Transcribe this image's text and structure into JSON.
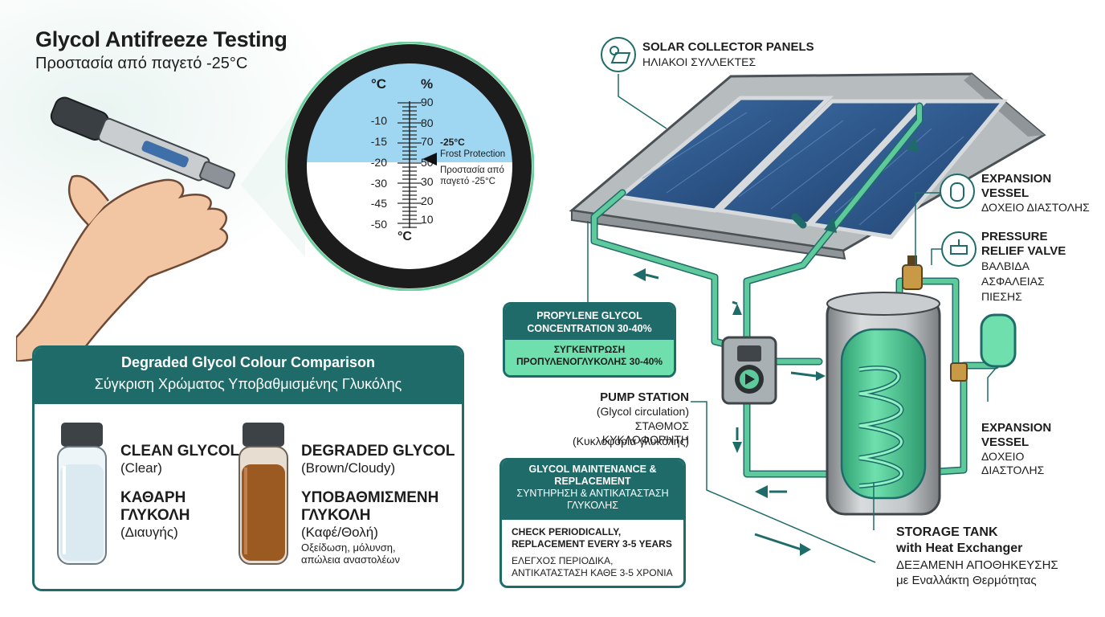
{
  "header": {
    "title": "Glycol Antifreeze Testing",
    "subtitle": "Προστασία από παγετό -25°C"
  },
  "refractometer": {
    "unit_c": "°C",
    "unit_pct": "%",
    "unit_c_bottom": "°C",
    "c_ticks": [
      "-10",
      "-15",
      "-20",
      "-30",
      "-45",
      "-50"
    ],
    "pct_ticks": [
      "90",
      "80",
      "70",
      "50",
      "30",
      "20",
      "10"
    ],
    "reading_value": "-25°C",
    "reading_label": "Frost Protection",
    "reading_greek": "Προστασία από παγετό -25°C"
  },
  "colour_comparison": {
    "title": "Degraded Glycol Colour Comparison",
    "subtitle": "Σύγκριση Χρώματος Υποβαθμισμένης Γλυκόλης",
    "clean": {
      "title": "CLEAN GLYCOL",
      "note": "(Clear)",
      "greek_title": "ΚΑΘΑΡΗ ΓΛΥΚΟΛΗ",
      "greek_note": "(Διαυγής)"
    },
    "degraded": {
      "title": "DEGRADED GLYCOL",
      "note": "(Brown/Cloudy)",
      "greek_title": "ΥΠΟΒΑΘΜΙΣΜΕΝΗ ΓΛΥΚΟΛΗ",
      "greek_note": "(Καφέ/Θολή)",
      "greek_detail": "Οξείδωση, μόλυνση, απώλεια αναστολέων"
    }
  },
  "system": {
    "solar": {
      "title": "SOLAR COLLECTOR PANELS",
      "greek": "ΗΛΙΑΚΟΙ ΣΥΛΛΕΚΤΕΣ"
    },
    "expansion_top": {
      "title": "EXPANSION VESSEL",
      "greek": "ΔΟΧΕΙΟ ΔΙΑΣΤΟΛΗΣ"
    },
    "pressure_valve": {
      "title": "PRESSURE RELIEF VALVE",
      "greek": "ΒΑΛΒΙΔΑ ΑΣΦΑΛΕΙΑΣ ΠΙΕΣΗΣ"
    },
    "expansion_side": {
      "title": "EXPANSION VESSEL",
      "greek": "ΔΟΧΕΙΟ ΔΙΑΣΤΟΛΗΣ"
    },
    "concentration": {
      "title": "PROPYLENE GLYCOL CONCENTRATION 30-40%",
      "greek": "ΣΥΓΚΕΝΤΡΩΣΗ ΠΡΟΠΥΛΕΝΟΓΛΥΚΟΛΗΣ 30-40%"
    },
    "pump": {
      "title": "PUMP STATION",
      "note": "(Glycol circulation)",
      "greek": "ΣΤΑΘΜΟΣ ΚΥΚΛΟΦΟΡΗΤΗ",
      "greek_note": "(Κυκλοφορία γλυκόλης)"
    },
    "maintenance": {
      "title": "GLYCOL MAINTENANCE & REPLACEMENT",
      "greek_title": "ΣΥΝΤΗΡΗΣΗ & ΑΝΤΙΚΑΤΑΣΤΑΣΗ ΓΛΥΚΟΛΗΣ",
      "body": "CHECK PERIODICALLY, REPLACEMENT EVERY 3-5 YEARS",
      "greek_body": "ΕΛΕΓΧΟΣ ΠΕΡΙΟΔΙΚΑ, ΑΝΤΙΚΑΤΑΣΤΑΣΗ ΚΑΘΕ 3-5 ΧΡΟΝΙΑ"
    },
    "tank": {
      "title": "STORAGE TANK",
      "title2": "with Heat Exchanger",
      "greek": "ΔΕΞΑΜΕΝΗ ΑΠΟΘΗΚΕΥΣΗΣ",
      "greek2": "με Εναλλάκτη Θερμότητας"
    }
  },
  "colors": {
    "teal": "#1f6b6a",
    "pipe_green": "#5ec99a",
    "sky_blue": "#9fd6f2",
    "amber": "#9a5a22"
  },
  "icons": [
    "refractometer-icon",
    "sun-panel-icon",
    "expansion-vessel-icon",
    "valve-icon",
    "pump-icon"
  ]
}
